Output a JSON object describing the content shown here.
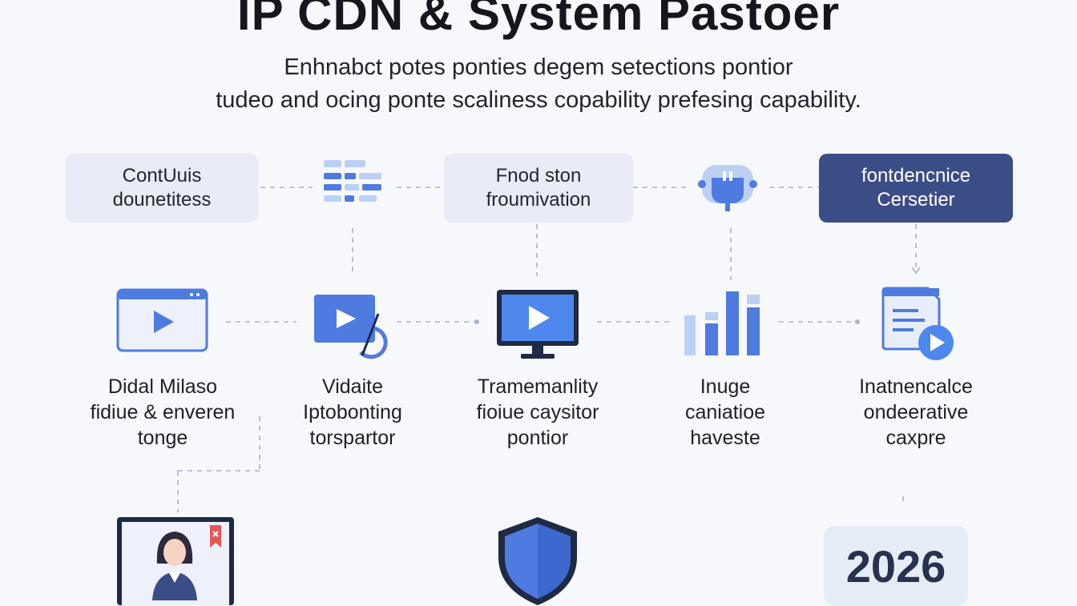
{
  "header": {
    "title": "IP CDN & System Pastoer",
    "subtitle_line1": "Enhnabct potes ponties degem setections pontior",
    "subtitle_line2": "tudeo and ocing ponte scaliness copability prefesing capability."
  },
  "top_row": {
    "box1": {
      "line1": "ContUuis",
      "line2": "dounetitess"
    },
    "box2": {
      "line1": "Fnod ston",
      "line2": "froumivation"
    },
    "box3": {
      "line1": "fontdencnice",
      "line2": "Cersetier"
    }
  },
  "middle_row": [
    {
      "line1": "Didal Milaso",
      "line2": "fidiue & enveren",
      "line3": "tonge"
    },
    {
      "line1": "Vidaite",
      "line2": "Iptobonting",
      "line3": "torspartor"
    },
    {
      "line1": "Tramemanlity",
      "line2": "fioiue caysitor",
      "line3": "pontior"
    },
    {
      "line1": "Inuge",
      "line2": "caniatioe",
      "line3": "haveste"
    },
    {
      "line1": "Inatnencalce",
      "line2": "ondeerative",
      "line3": "caxpre"
    }
  ],
  "bottom_row": {
    "year": "2026"
  },
  "colors": {
    "accent_blue": "#4f7be0",
    "light_blue": "#bcd0f5",
    "dark_box": "#3b4d86",
    "light_box": "#e9ebf6",
    "connector": "#a9b3c7"
  },
  "icons": [
    "list-icon",
    "server-plug-icon",
    "video-player-icon",
    "video-edit-icon",
    "monitor-play-icon",
    "bar-chart-icon",
    "document-video-icon",
    "presenter-screen-icon",
    "shield-icon"
  ]
}
